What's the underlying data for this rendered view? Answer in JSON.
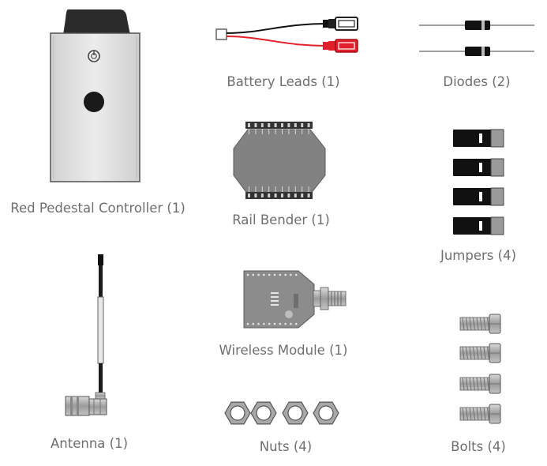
{
  "parts": [
    {
      "id": "controller",
      "label": "Red Pedestal Controller (1)"
    },
    {
      "id": "battery-leads",
      "label": "Battery Leads (1)"
    },
    {
      "id": "diodes",
      "label": "Diodes (2)"
    },
    {
      "id": "rail-bender",
      "label": "Rail Bender (1)"
    },
    {
      "id": "jumpers",
      "label": "Jumpers (4)"
    },
    {
      "id": "antenna",
      "label": "Antenna (1)"
    },
    {
      "id": "wireless-module",
      "label": "Wireless Module (1)"
    },
    {
      "id": "nuts",
      "label": "Nuts (4)"
    },
    {
      "id": "bolts",
      "label": "Bolts (4)"
    }
  ],
  "colors": {
    "label": "#6e6e6e",
    "outline": "#555555",
    "enclosure_fill": "#e6e6e6",
    "dark": "#2b2b2b",
    "wire_red": "#e0202a",
    "wire_black": "#111111",
    "module_pcb": "#8c8c8c",
    "metal": "#a8a8a8"
  }
}
